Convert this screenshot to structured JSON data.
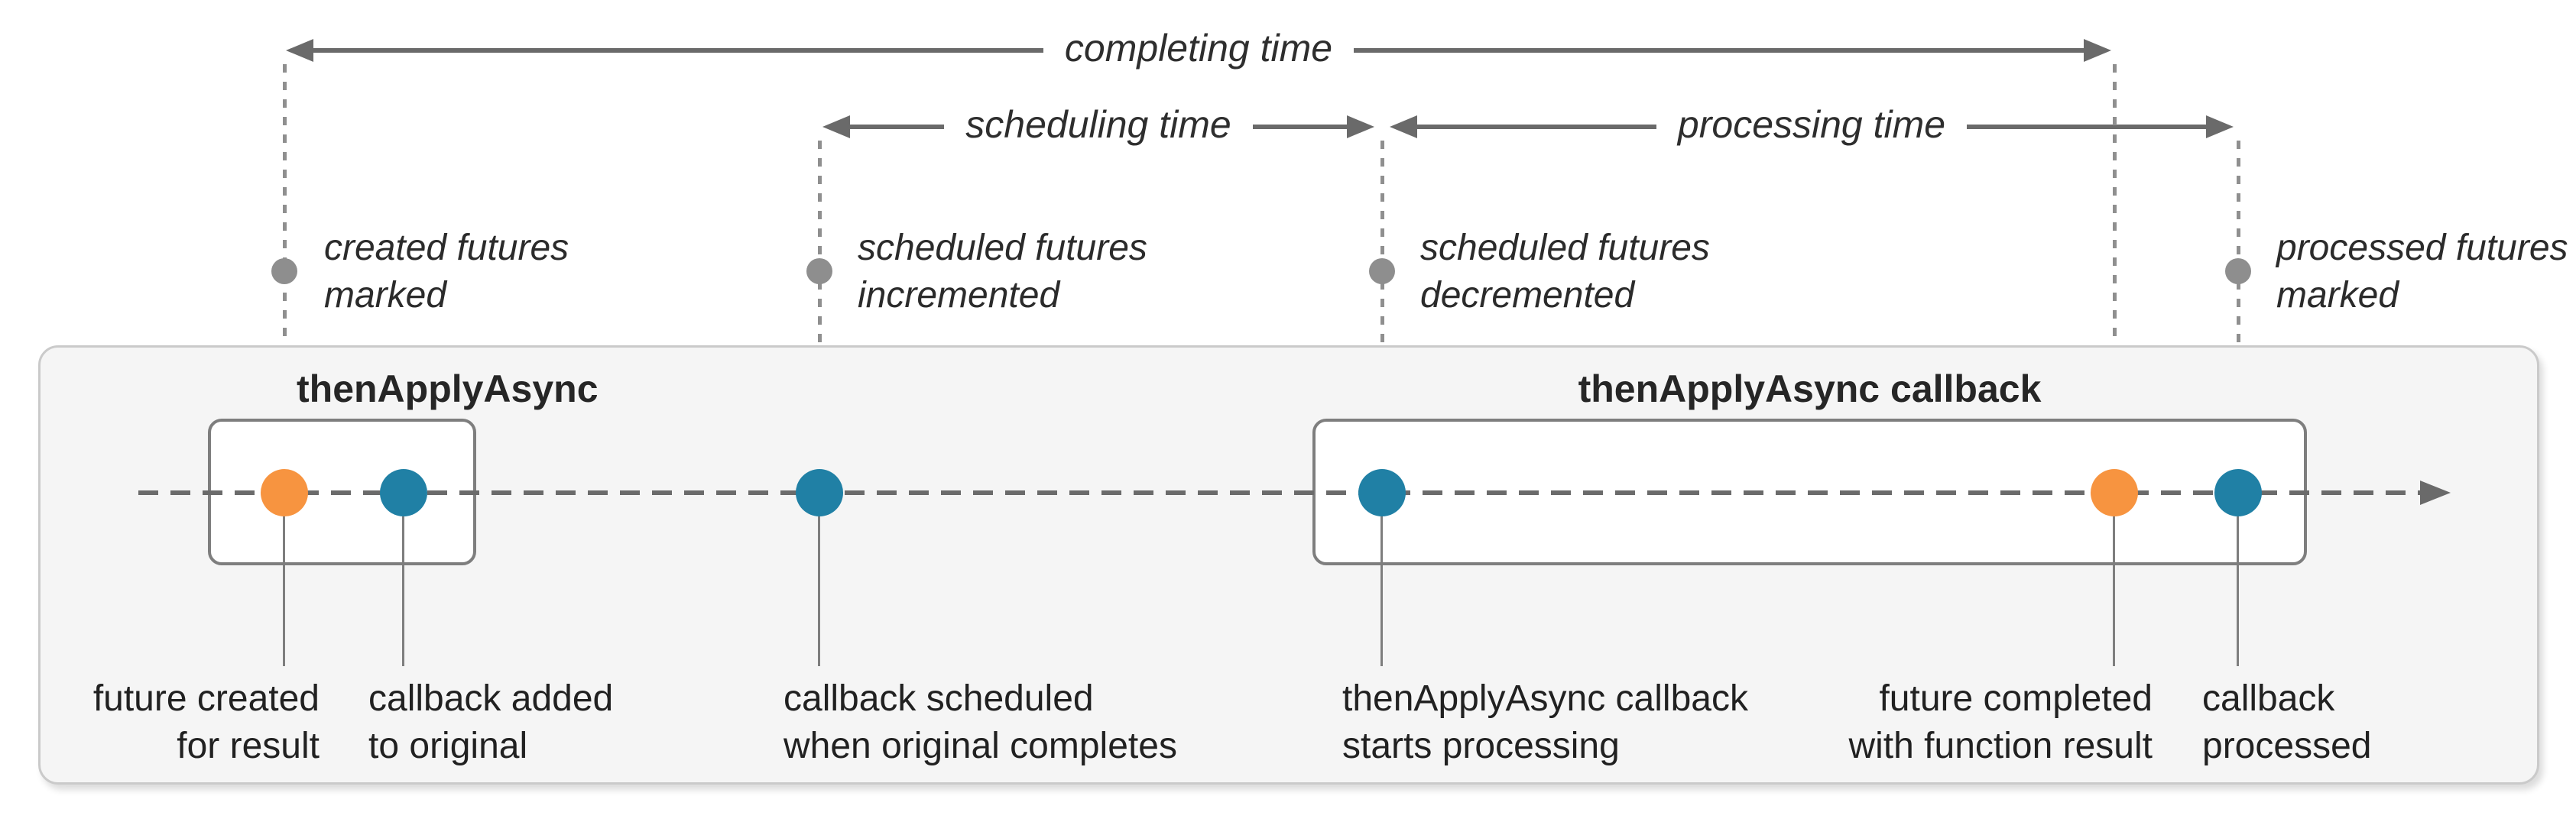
{
  "colors": {
    "orange_dot": "#F79440",
    "blue_dot": "#2080A5",
    "gray_dot": "#8E8E8E",
    "arrow_line": "#6A6A6A",
    "dashed_guide": "#8F8F8F",
    "container_bg": "#F5F5F5",
    "container_border": "#CACACA",
    "box_border": "#7E7E7E",
    "text": "#222222"
  },
  "time_spans": [
    {
      "label": "completing time"
    },
    {
      "label": "scheduling time"
    },
    {
      "label": "processing time"
    }
  ],
  "counter_events": [
    {
      "line1": "created futures",
      "line2": "marked"
    },
    {
      "line1": "scheduled futures",
      "line2": "incremented"
    },
    {
      "line1": "scheduled futures",
      "line2": "decremented"
    },
    {
      "line1": "processed futures",
      "line2": "marked"
    }
  ],
  "boxes": [
    {
      "title": "thenApplyAsync"
    },
    {
      "title": "thenApplyAsync callback"
    }
  ],
  "timeline_events": [
    {
      "line1": "future created",
      "line2": "for result",
      "dot": "orange"
    },
    {
      "line1": "callback added",
      "line2": "to original",
      "dot": "blue"
    },
    {
      "line1": "callback scheduled",
      "line2": "when original completes",
      "dot": "blue"
    },
    {
      "line1": "thenApplyAsync callback",
      "line2": "starts processing",
      "dot": "blue"
    },
    {
      "line1": "future completed",
      "line2": "with function result",
      "dot": "orange"
    },
    {
      "line1": "callback",
      "line2": "processed",
      "dot": "blue"
    }
  ]
}
